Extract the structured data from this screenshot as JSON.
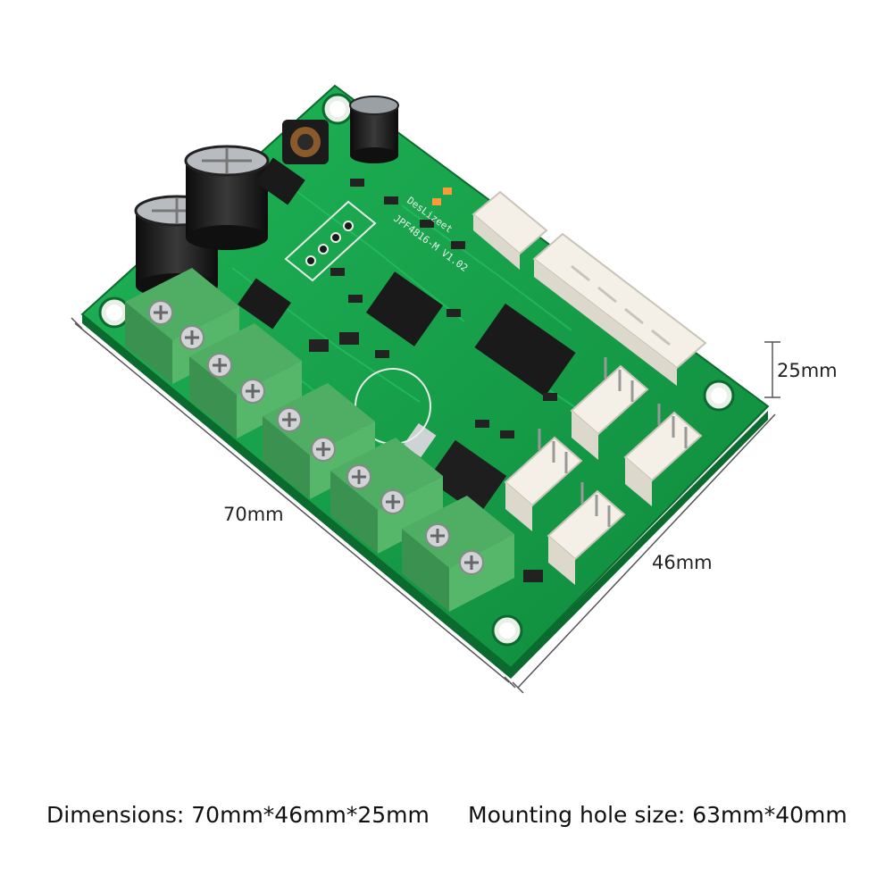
{
  "board": {
    "brand_text": "DesLizeet",
    "model_text": "JPF4816-M V1.02",
    "colors": {
      "pcb": "#17a04a",
      "pcb_dark": "#0d7a35",
      "terminal": "#5fbf73",
      "connector": "#f4f0e8",
      "chip": "#1a1a1a"
    }
  },
  "dimensions": {
    "length_label": "70mm",
    "width_label": "46mm",
    "height_label": "25mm"
  },
  "captions": {
    "dimensions": "Dimensions: 70mm*46mm*25mm",
    "mounting_hole": "Mounting hole size: 63mm*40mm"
  }
}
